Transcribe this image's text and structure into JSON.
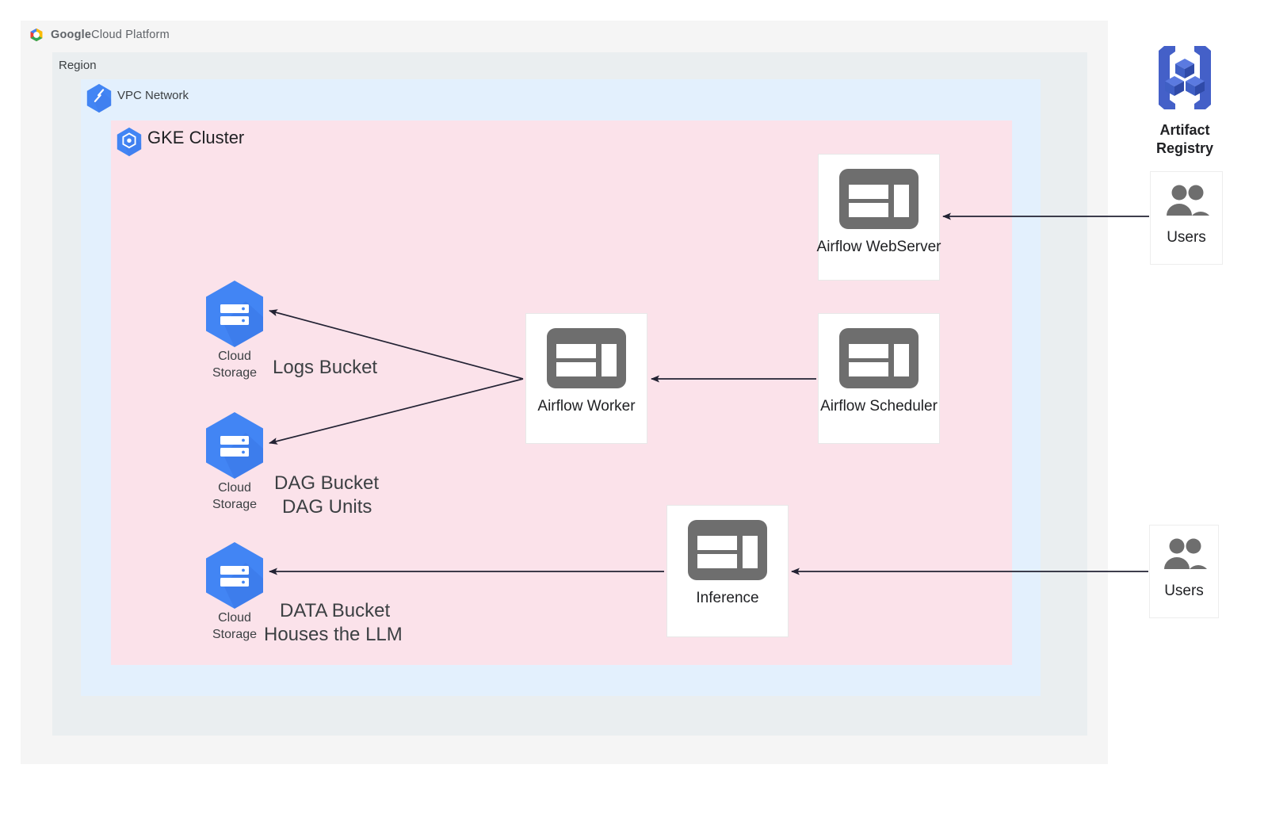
{
  "header": {
    "logo_icon": "google-cloud-platform-logo",
    "brand_bold": "Google",
    "brand_rest": "Cloud Platform"
  },
  "panels": {
    "gcp": {
      "name": "Google Cloud Platform",
      "color": "#f5f5f5"
    },
    "region": {
      "label": "Region",
      "color": "#eaeef0"
    },
    "vpc": {
      "label": "VPC Network",
      "color": "#e3f0fd",
      "icon": "vpc-network-icon"
    },
    "gke": {
      "label": "GKE Cluster",
      "color": "#fbe2ea",
      "icon": "gke-cluster-icon"
    }
  },
  "buckets": [
    {
      "id": "logs",
      "icon": "cloud-storage-icon",
      "caption_line1": "Cloud",
      "caption_line2": "Storage",
      "annotation_line1": "Logs Bucket",
      "annotation_line2": ""
    },
    {
      "id": "dag",
      "icon": "cloud-storage-icon",
      "caption_line1": "Cloud",
      "caption_line2": "Storage",
      "annotation_line1": "DAG Bucket",
      "annotation_line2": "DAG Units"
    },
    {
      "id": "data",
      "icon": "cloud-storage-icon",
      "caption_line1": "Cloud",
      "caption_line2": "Storage",
      "annotation_line1": "DATA Bucket",
      "annotation_line2": "Houses the LLM"
    }
  ],
  "services": {
    "webserver": {
      "label": "Airflow WebServer",
      "icon": "pod-container-icon"
    },
    "worker": {
      "label": "Airflow Worker",
      "icon": "pod-container-icon"
    },
    "scheduler": {
      "label": "Airflow Scheduler",
      "icon": "pod-container-icon"
    },
    "inference": {
      "label": "Inference",
      "icon": "pod-container-icon"
    }
  },
  "external": {
    "artifact_registry": {
      "label_line1": "Artifact",
      "label_line2": "Registry",
      "icon": "artifact-registry-icon"
    },
    "users_top": {
      "label": "Users",
      "icon": "users-group-icon"
    },
    "users_bottom": {
      "label": "Users",
      "icon": "users-group-icon"
    }
  },
  "colors": {
    "gcp_panel": "#f5f5f5",
    "region_panel": "#eaeef0",
    "vpc_panel": "#e3f0fd",
    "gke_panel": "#fbe2ea",
    "google_blue": "#4285f4",
    "icon_gray": "#6e6e6e",
    "arrow": "#222233",
    "artifact_blue": "#4460c8"
  },
  "connections": [
    {
      "from": "users_top",
      "to": "webserver"
    },
    {
      "from": "scheduler",
      "to": "worker"
    },
    {
      "from": "worker",
      "to": "logs_bucket"
    },
    {
      "from": "worker",
      "to": "dag_bucket"
    },
    {
      "from": "users_bottom",
      "to": "inference"
    },
    {
      "from": "inference",
      "to": "data_bucket"
    }
  ]
}
